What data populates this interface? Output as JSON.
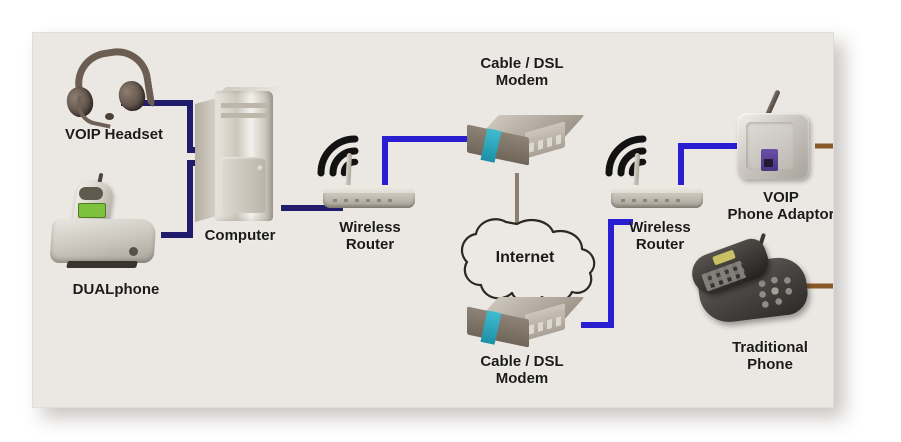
{
  "diagram": {
    "title": "VOIP network topology diagram",
    "background_color": "#EBE8E3",
    "page_background": "#FFFFFF",
    "wire_colors": {
      "ethernet_blue": "#2A1FD0",
      "ethernet_navy": "#211B6B",
      "phone_brown": "#8B5A2B",
      "cloud_stem": "#8a7f70"
    }
  },
  "nodes": {
    "voip_headset": {
      "label": "VOIP Headset",
      "icon": "headset-icon"
    },
    "dualphone": {
      "label": "DUALphone",
      "icon": "cordless-phone-icon"
    },
    "computer": {
      "label": "Computer",
      "icon": "desktop-tower-icon"
    },
    "wireless_router_left": {
      "label": "Wireless\nRouter",
      "icon": "wireless-router-icon"
    },
    "modem_top": {
      "label": "Cable / DSL\nModem",
      "icon": "modem-icon"
    },
    "internet": {
      "label": "Internet",
      "icon": "cloud-icon"
    },
    "modem_bottom": {
      "label": "Cable / DSL\nModem",
      "icon": "modem-icon"
    },
    "wireless_router_right": {
      "label": "Wireless\nRouter",
      "icon": "wireless-router-icon"
    },
    "voip_phone_adaptor": {
      "label": "VOIP\nPhone Adaptor",
      "icon": "voip-adaptor-icon"
    },
    "traditional_phone": {
      "label": "Traditional\nPhone",
      "icon": "traditional-phone-icon"
    }
  },
  "connections": [
    {
      "from": "voip_headset",
      "to": "computer",
      "medium": "ethernet",
      "color": "#211B6B"
    },
    {
      "from": "dualphone",
      "to": "computer",
      "medium": "ethernet",
      "color": "#211B6B"
    },
    {
      "from": "computer",
      "to": "wireless_router_left",
      "medium": "ethernet",
      "color": "#211B6B"
    },
    {
      "from": "wireless_router_left",
      "to": "modem_top",
      "medium": "ethernet",
      "color": "#2A1FD0"
    },
    {
      "from": "modem_top",
      "to": "internet",
      "medium": "wan",
      "color": "#8a7f70"
    },
    {
      "from": "internet",
      "to": "modem_bottom",
      "medium": "wan",
      "color": "#8a7f70"
    },
    {
      "from": "modem_bottom",
      "to": "wireless_router_right",
      "medium": "ethernet",
      "color": "#2A1FD0"
    },
    {
      "from": "wireless_router_right",
      "to": "voip_phone_adaptor",
      "medium": "ethernet",
      "color": "#2A1FD0"
    },
    {
      "from": "voip_phone_adaptor",
      "to": "traditional_phone",
      "medium": "phone-line",
      "color": "#8B5A2B"
    }
  ]
}
